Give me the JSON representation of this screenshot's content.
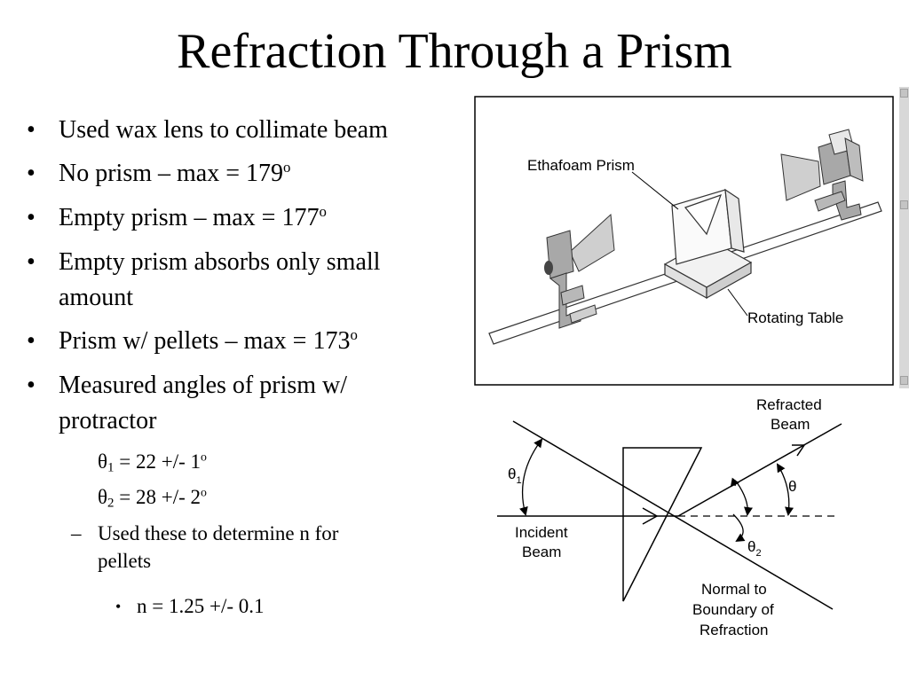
{
  "slide": {
    "title": "Refraction Through a Prism"
  },
  "bullets": [
    {
      "text": "Used wax lens to collimate beam"
    },
    {
      "text": "No prism – max = 179",
      "sup": "o"
    },
    {
      "text": "Empty prism – max = 177",
      "sup": "o"
    },
    {
      "line1": "Empty prism absorbs only small",
      "line2": "amount"
    },
    {
      "text": "Prism w/ pellets – max = 173",
      "sup": "o"
    },
    {
      "line1": "Measured angles of prism w/",
      "line2": "protractor"
    }
  ],
  "sub_bullets": [
    {
      "symbol": "θ",
      "sub": "1",
      "rest": " = 22 +/- 1",
      "sup": "o"
    },
    {
      "symbol": "θ",
      "sub": "2",
      "rest": " = 28 +/- 2",
      "sup": "o"
    }
  ],
  "dash_item": {
    "line1": "Used these to determine n for",
    "line2": "pellets"
  },
  "result": {
    "text": "n = 1.25 +/- 0.1"
  },
  "glyphs": {
    "bullet": "•",
    "square_bullet": "",
    "dash": "–"
  },
  "apparatus_figure": {
    "label_prism": "Ethafoam Prism",
    "label_table": "Rotating Table"
  },
  "ray_figure": {
    "refracted_line1": "Refracted",
    "refracted_line2": "Beam",
    "theta1": "θ",
    "theta1_sub": "1",
    "theta": "θ",
    "theta2": "θ",
    "theta2_sub": "2",
    "incident_line1": "Incident",
    "incident_line2": "Beam",
    "normal_line1": "Normal to",
    "normal_line2": "Boundary of",
    "normal_line3": "Refraction"
  },
  "colors": {
    "text": "#000000",
    "background": "#ffffff",
    "figure_gray": "#a8a8a8"
  }
}
